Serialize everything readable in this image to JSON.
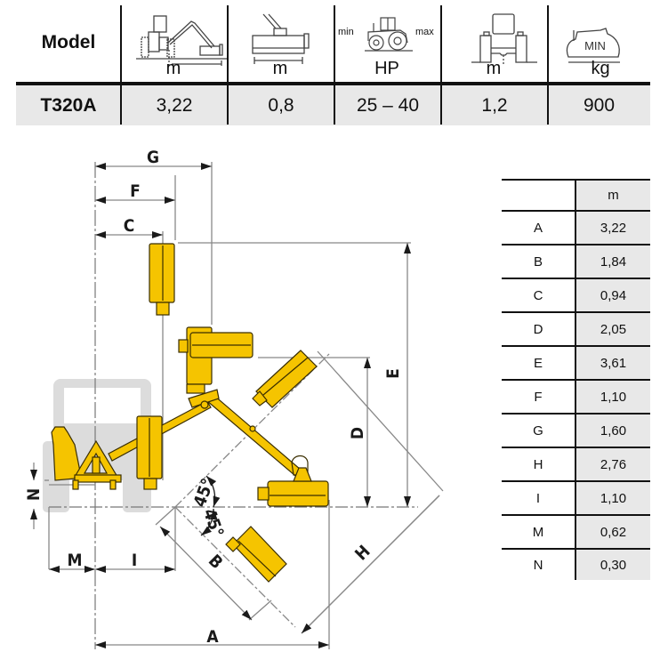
{
  "spec_table": {
    "header": {
      "model_label": "Model",
      "columns": [
        {
          "icon": "working-reach-icon",
          "unit": "m"
        },
        {
          "icon": "cutting-width-icon",
          "unit": "m"
        },
        {
          "icon": "tractor-power-icon",
          "unit": "HP",
          "icon_min_label": "min",
          "icon_max_label": "max"
        },
        {
          "icon": "tractor-track-width-icon",
          "unit": "m"
        },
        {
          "icon": "tractor-min-weight-icon",
          "unit": "kg",
          "icon_text": "MIN"
        }
      ]
    },
    "rows": [
      {
        "model": "T320A",
        "values": [
          "3,22",
          "0,8",
          "25 – 40",
          "1,2",
          "900"
        ]
      }
    ]
  },
  "dimension_table": {
    "unit_header": "m",
    "rows": [
      {
        "key": "A",
        "value": "3,22"
      },
      {
        "key": "B",
        "value": "1,84"
      },
      {
        "key": "C",
        "value": "0,94"
      },
      {
        "key": "D",
        "value": "2,05"
      },
      {
        "key": "E",
        "value": "3,61"
      },
      {
        "key": "F",
        "value": "1,10"
      },
      {
        "key": "G",
        "value": "1,60"
      },
      {
        "key": "H",
        "value": "2,76"
      },
      {
        "key": "I",
        "value": "1,10"
      },
      {
        "key": "M",
        "value": "0,62"
      },
      {
        "key": "N",
        "value": "0,30"
      }
    ]
  },
  "diagram": {
    "dimension_labels": {
      "A": "A",
      "B": "B",
      "C": "C",
      "D": "D",
      "E": "E",
      "F": "F",
      "G": "G",
      "H": "H",
      "I": "I",
      "M": "M",
      "N": "N"
    },
    "angle_labels": [
      "45°",
      "45°"
    ],
    "colors": {
      "mower": "#f5c400",
      "mower_outline": "#3a2e00",
      "tractor_ghost": "#dcdcdc",
      "dim_line": "#888888",
      "arrow": "#1a1a1a"
    }
  }
}
